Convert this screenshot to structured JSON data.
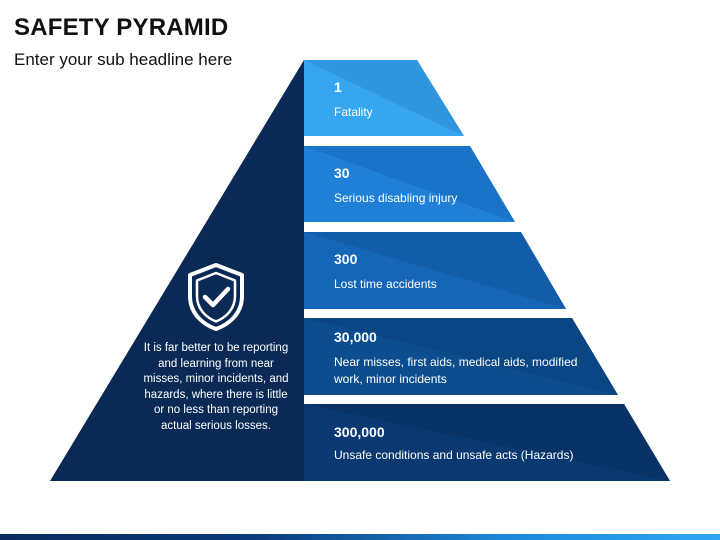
{
  "header": {
    "title": "SAFETY PYRAMID",
    "subtitle": "Enter your sub headline here"
  },
  "left_panel": {
    "icon": "shield-check-icon",
    "text": "It is far better to be reporting and learning from near misses, minor incidents, and hazards, where there is little or no less than reporting actual serious losses."
  },
  "tiers": [
    {
      "number": "1",
      "description": "Fatality",
      "color": "#36a6f0"
    },
    {
      "number": "30",
      "description": "Serious disabling injury",
      "color": "#1f80d6"
    },
    {
      "number": "300",
      "description": "Lost time accidents",
      "color": "#1566b6"
    },
    {
      "number": "30,000",
      "description": "Near misses, first aids, medical aids, modified work, minor incidents",
      "color": "#0c4d8e"
    },
    {
      "number": "300,000",
      "description": "Unsafe conditions and unsafe acts (Hazards)",
      "color": "#0a3870"
    }
  ],
  "colors": {
    "left_face": "#0a2a55",
    "bottom_bar_start": "#0a2a5c",
    "bottom_bar_end": "#2ea7f0"
  }
}
